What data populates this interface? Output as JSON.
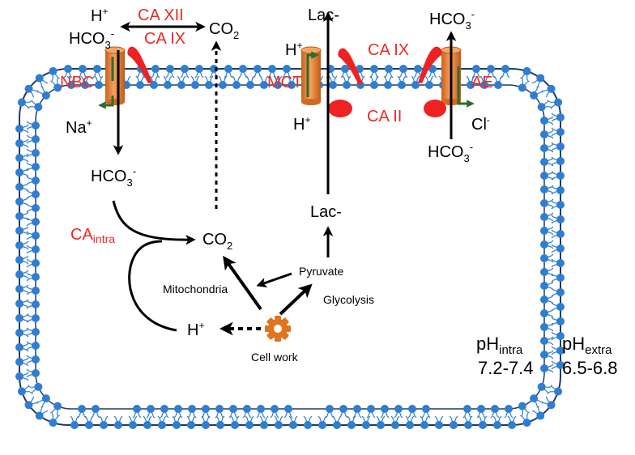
{
  "colors": {
    "membrane": "#2f7ed1",
    "membrane_outline": "#1f3b63",
    "enzyme": "#ee2222",
    "label_red": "#ee2a24",
    "transporter": "#e8853a",
    "arrow_green": "#2e6b2e",
    "gear": "#e0741f"
  },
  "icons": {
    "cell_work": "gear-icon",
    "transporter": "cylinder-transporter-icon",
    "enzyme": "carbonic-anhydrase-blob-icon"
  },
  "transporters": {
    "nbc": "NBC",
    "mct": "MCT",
    "ae": "AE"
  },
  "enzymes": {
    "ca_xii": "CA XII",
    "ca_ix_left": "CA IX",
    "ca_ix_right": "CA IX",
    "ca_ii": "CA II",
    "ca_intra_main": "CA",
    "ca_intra_sub": "intra"
  },
  "molecules": {
    "h_plus": "H",
    "plus_sup": "+",
    "hco3_main": "HCO",
    "hco3_sub": "3",
    "hco3_sup": "-",
    "co2_main": "CO",
    "co2_sub": "2",
    "na_main": "Na",
    "lac": "Lac-",
    "cl_main": "Cl",
    "cl_sup": "-"
  },
  "processes": {
    "pyruvate": "Pyruvate",
    "glycolysis": "Glycolysis",
    "mitochondria": "Mitochondria",
    "cell_work": "Cell work"
  },
  "ph": {
    "intra_main": "pH",
    "intra_sub": "intra",
    "intra_range": "7.2-7.4",
    "extra_main": "pH",
    "extra_sub": "extra",
    "extra_range": "6.5-6.8"
  }
}
